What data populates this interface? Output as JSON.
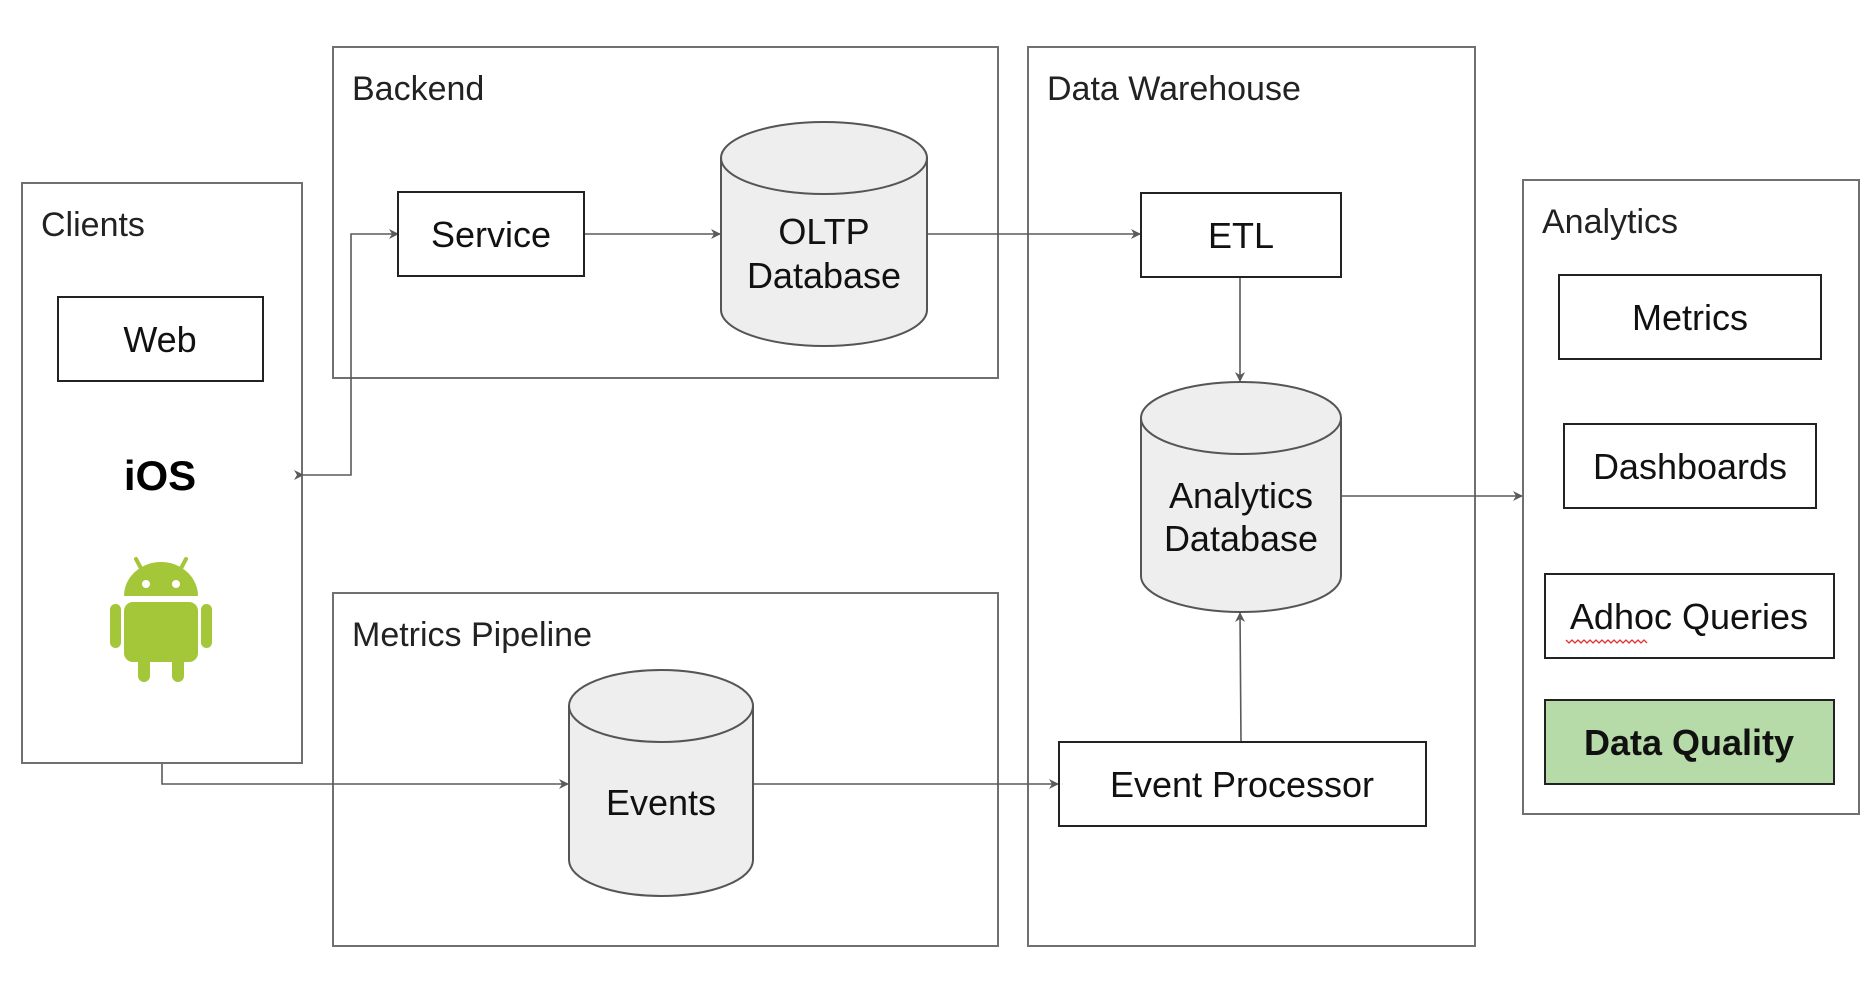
{
  "colors": {
    "android": "#a4c639",
    "data_quality_fill": "#b7dba8",
    "database_fill": "#eeeeee"
  },
  "groups": {
    "clients": {
      "title": "Clients",
      "web": "Web",
      "ios": "iOS",
      "android_icon": "android-robot-icon"
    },
    "backend": {
      "title": "Backend",
      "service": "Service",
      "oltp_line1": "OLTP",
      "oltp_line2": "Database"
    },
    "metrics_pipeline": {
      "title": "Metrics Pipeline",
      "events": "Events"
    },
    "data_warehouse": {
      "title": "Data Warehouse",
      "etl": "ETL",
      "analytics_db_line1": "Analytics",
      "analytics_db_line2": "Database",
      "event_processor": "Event Processor"
    },
    "analytics": {
      "title": "Analytics",
      "metrics": "Metrics",
      "dashboards": "Dashboards",
      "adhoc_queries": "Adhoc Queries",
      "data_quality": "Data Quality"
    }
  }
}
